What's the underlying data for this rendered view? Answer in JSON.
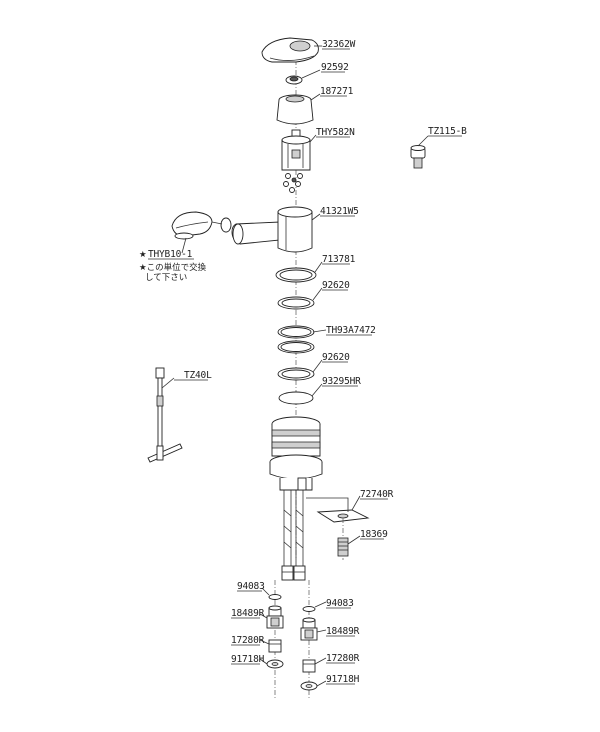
{
  "parts": {
    "handle": "32362W",
    "cap_screw": "92592",
    "cover": "187271",
    "cartridge": "THY582N",
    "aerator": "TZ115-B",
    "spout": "41321W5",
    "shower_head": "THYB10-1",
    "ring1": "713781",
    "ring2": "92620",
    "oring_set": "TH93A7472",
    "ring3": "92620",
    "ring4": "93295HR",
    "wrench": "TZ40L",
    "bracket": "72740R",
    "bolt": "18369",
    "washer_l": "94083",
    "washer_r": "94083",
    "union_l": "18489R",
    "union_r": "18489R",
    "nut_l": "17280R",
    "nut_r": "17280R",
    "gasket_l": "91718H",
    "gasket_r": "91718H"
  },
  "note": {
    "line1": "★この単位で交換",
    "line2": "して下さい"
  },
  "marker": "★"
}
